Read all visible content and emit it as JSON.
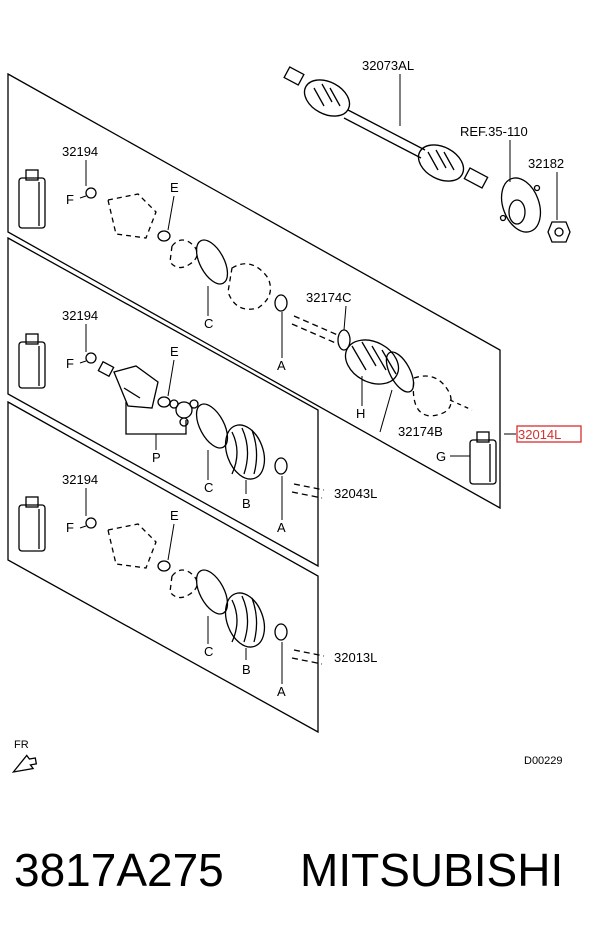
{
  "parts": {
    "shaft_assembly": "32073AL",
    "hub_ref": "REF.35-110",
    "nut": "32182",
    "grease_1": "32194",
    "grease_2": "32194",
    "grease_3": "32194",
    "outer_boot_kit": "32174C",
    "inner_boot_kit": "32174B",
    "highlighted_kit": "32014L",
    "middle_kit": "32043L",
    "bottom_kit": "32013L"
  },
  "letters": {
    "A": "A",
    "B": "B",
    "C": "C",
    "E": "E",
    "F": "F",
    "G": "G",
    "H": "H",
    "P": "P"
  },
  "direction": "FR",
  "diagram_code": "D00229",
  "footer": {
    "part_number": "3817A275",
    "brand": "MITSUBISHI"
  },
  "colors": {
    "highlight": "#d63030",
    "line": "#000000"
  }
}
